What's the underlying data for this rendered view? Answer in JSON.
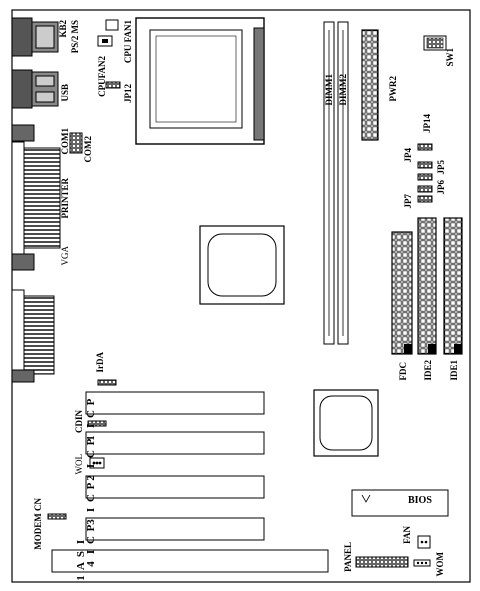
{
  "labels": {
    "kb2": "KB2",
    "ps2ms": "PS/2 MS",
    "usb": "USB",
    "com1": "COM1",
    "com2": "COM2",
    "printer": "PRINTER",
    "vga": "VGA",
    "cpufan2": "CPUFAN2",
    "jp12": "JP12",
    "cpufan1": "CPU FAN1",
    "dimm1": "DIMM1",
    "dimm2": "DIMM2",
    "pwr2": "PWR2",
    "sw1": "SW1",
    "jp14": "JP14",
    "jp4": "JP4",
    "jp5": "JP5",
    "jp6": "JP6",
    "jp7": "JP7",
    "irda": "IrDA",
    "cdin": "CDIN",
    "wol": "WOL",
    "modemcn": "MODEM CN",
    "fdc": "FDC",
    "ide2": "IDE2",
    "ide1": "IDE1",
    "bios": "BIOS",
    "fan": "FAN",
    "panel": "PANEL",
    "wom": "WOM"
  },
  "pci_slots": [
    {
      "letters": [
        "P",
        "C",
        "I",
        "1"
      ]
    },
    {
      "letters": [
        "P",
        "C",
        "I",
        "2"
      ]
    },
    {
      "letters": [
        "P",
        "C",
        "I",
        "3"
      ]
    },
    {
      "letters": [
        "P",
        "C",
        "I",
        "4"
      ]
    }
  ],
  "isa_slot": {
    "letters": [
      "I",
      "S",
      "A",
      "1"
    ]
  }
}
